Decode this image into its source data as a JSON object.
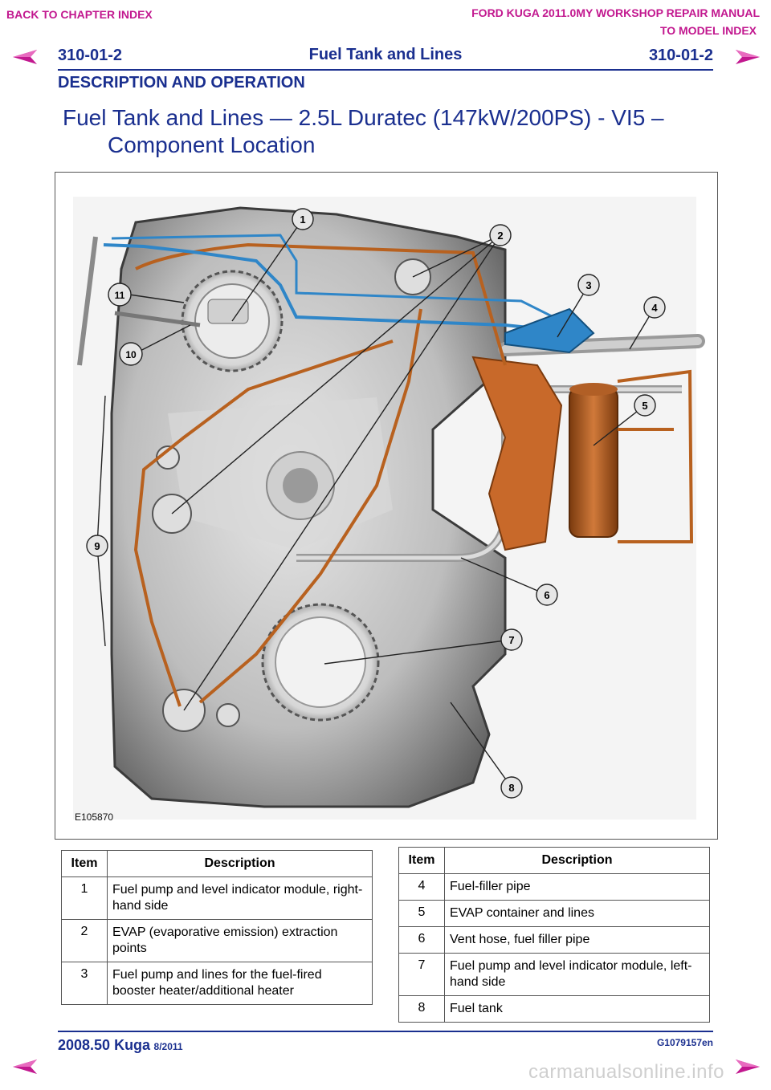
{
  "nav": {
    "back_to_chapter": "BACK TO CHAPTER INDEX",
    "manual_title": "FORD KUGA 2011.0MY WORKSHOP REPAIR MANUAL",
    "to_model_index": "TO MODEL INDEX"
  },
  "header": {
    "section_number": "310-01-2",
    "section_title": "Fuel Tank and Lines",
    "section_number_right": "310-01-2",
    "category": "DESCRIPTION AND OPERATION"
  },
  "heading": {
    "line1": "Fuel Tank and Lines — 2.5L Duratec (147kW/200PS) - VI5 –",
    "line2": "Component Location"
  },
  "figure": {
    "id": "E105870",
    "callouts": [
      "1",
      "2",
      "3",
      "4",
      "5",
      "6",
      "7",
      "8",
      "9",
      "10",
      "11"
    ]
  },
  "table_left": {
    "headers": [
      "Item",
      "Description"
    ],
    "rows": [
      {
        "item": "1",
        "description": "Fuel pump and level indicator module, right-hand side"
      },
      {
        "item": "2",
        "description": "EVAP (evaporative emission) extraction points"
      },
      {
        "item": "3",
        "description": "Fuel pump and lines for the fuel-fired booster heater/additional heater"
      }
    ]
  },
  "table_right": {
    "headers": [
      "Item",
      "Description"
    ],
    "rows": [
      {
        "item": "4",
        "description": "Fuel-filler pipe"
      },
      {
        "item": "5",
        "description": "EVAP container and lines"
      },
      {
        "item": "6",
        "description": "Vent hose, fuel filler pipe"
      },
      {
        "item": "7",
        "description": "Fuel pump and level indicator module, left-hand side"
      },
      {
        "item": "8",
        "description": "Fuel tank"
      }
    ]
  },
  "footer": {
    "model": "2008.50 Kuga",
    "date": "8/2011",
    "doc_code": "G1079157en",
    "watermark": "carmanualsonline.info"
  },
  "colors": {
    "link_magenta": "#c2188f",
    "heading_blue": "#1a2f8f",
    "pipe_orange": "#b8611f",
    "line_blue": "#2f86c8",
    "tank_grey": "#c9c9c9"
  }
}
